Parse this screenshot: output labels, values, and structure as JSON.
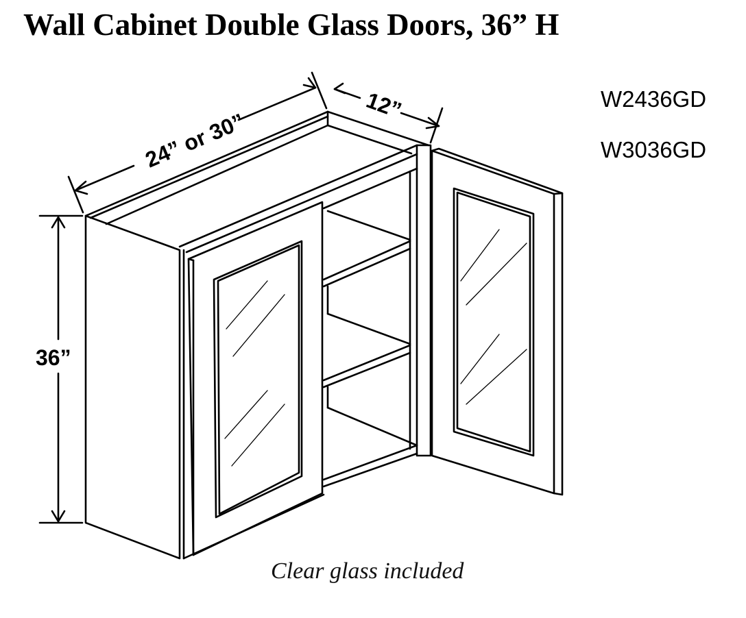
{
  "title": "Wall Cabinet Double Glass Doors, 36” H",
  "model_numbers": [
    "W2436GD",
    "W3036GD"
  ],
  "dimensions": {
    "width": "24” or 30”",
    "depth": "12”",
    "height": "36”"
  },
  "caption": "Clear glass included"
}
